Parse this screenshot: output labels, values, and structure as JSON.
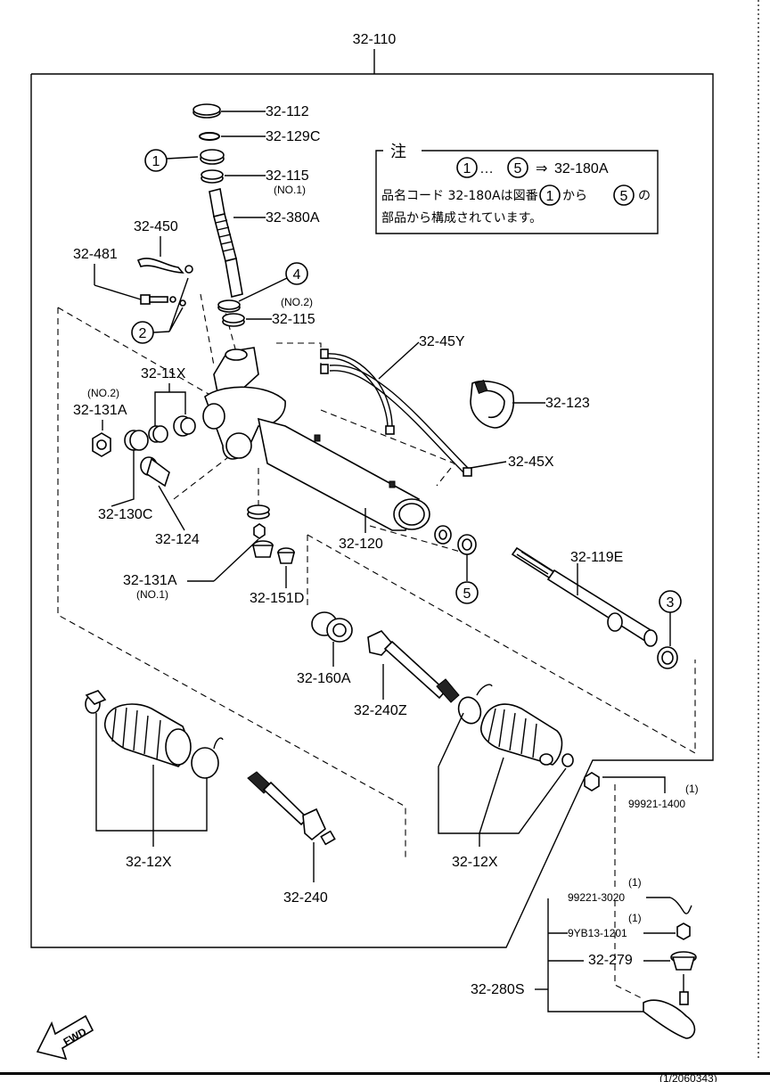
{
  "assembly_label": "32-110",
  "parts": {
    "p32_112": "32-112",
    "p32_129c": "32-129C",
    "p32_115_no1": "32-115",
    "no1_a": "(NO.1)",
    "p32_380a": "32-380A",
    "p32_450": "32-450",
    "p32_481": "32-481",
    "no2_a": "(NO.2)",
    "p32_115_no2": "32-115",
    "p32_45y": "32-45Y",
    "p32_123": "32-123",
    "p32_11x": "32-11X",
    "no2_b": "(NO.2)",
    "p32_131a_no2": "32-131A",
    "p32_45x": "32-45X",
    "p32_130c": "32-130C",
    "p32_124": "32-124",
    "p32_120": "32-120",
    "p32_119e": "32-119E",
    "p32_131a_no1": "32-131A",
    "no1_b": "(NO.1)",
    "p32_151d": "32-151D",
    "p32_160a": "32-160A",
    "p32_240z": "32-240Z",
    "p32_12x_left": "32-12X",
    "p32_12x_right": "32-12X",
    "p32_240": "32-240",
    "p99921_1400": "99921-1400",
    "qty_1a": "(1)",
    "p99221_3020": "99221-3020",
    "qty_1b": "(1)",
    "p9yb13_1201": "9YB13-1201",
    "qty_1c": "(1)",
    "p32_279": "32-279",
    "p32_280s": "32-280S"
  },
  "callouts": {
    "c1": "1",
    "c2": "2",
    "c3": "3",
    "c4": "4",
    "c5": "5"
  },
  "note": {
    "title": "注",
    "range_start": "1",
    "ellipsis": "…",
    "range_end": "5",
    "arrow": "⇒",
    "target": "32-180A",
    "line2_pre": "品名コード 32-180Aは図番",
    "line2_c1": "1",
    "line2_mid": "から",
    "line2_c5": "5",
    "line2_post": "の",
    "line3": "部品から構成されています。"
  },
  "fwd_label": "FWD",
  "footer_code": "(1/2060343)"
}
